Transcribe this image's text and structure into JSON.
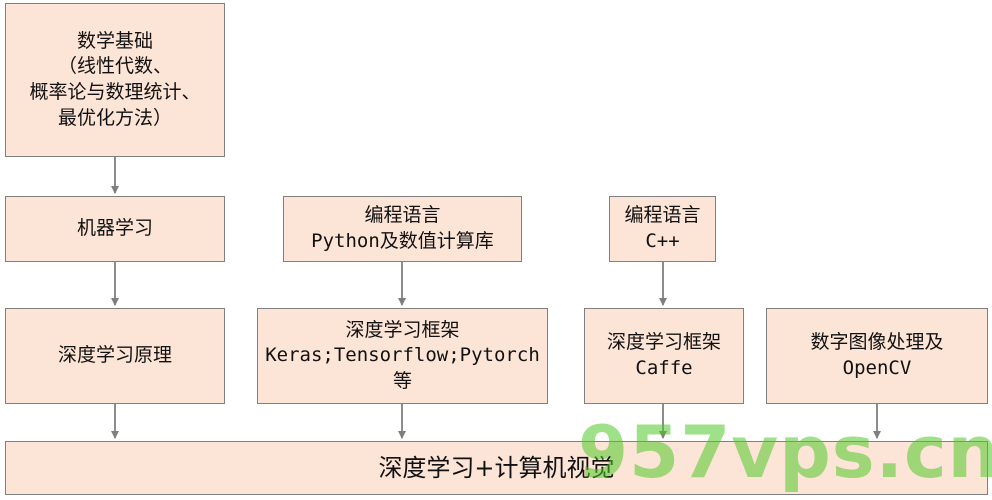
{
  "boxes": {
    "math": {
      "lines": "数学基础\n（线性代数、\n概率论与数理统计、\n最优化方法）"
    },
    "ml": {
      "label": "机器学习"
    },
    "dl_theory": {
      "label": "深度学习原理"
    },
    "python": {
      "lines": "编程语言\nPython及数值计算库"
    },
    "framework1": {
      "lines": "深度学习框架\nKeras;Tensorflow;Pytorch\n等"
    },
    "cpp": {
      "lines": "编程语言\nC++"
    },
    "framework2": {
      "lines": "深度学习框架\nCaffe"
    },
    "image": {
      "lines": "数字图像处理及\nOpenCV"
    },
    "final": {
      "label": "深度学习+计算机视觉"
    }
  },
  "watermark": "957vps.cn",
  "colors": {
    "box_fill": "#fce4d6",
    "box_border": "#808080",
    "arrow": "#7f7f7f",
    "watermark": "#50c828"
  }
}
